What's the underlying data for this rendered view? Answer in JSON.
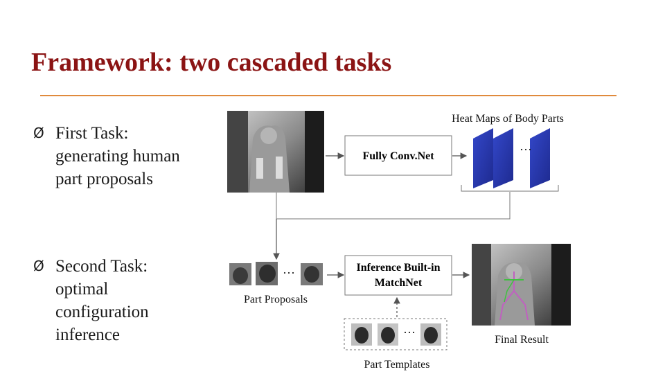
{
  "slide": {
    "title": "Framework: two cascaded tasks"
  },
  "bullets": [
    {
      "marker": "Ø",
      "lines": [
        "First Task:",
        "generating human",
        "part proposals"
      ]
    },
    {
      "marker": "Ø",
      "lines": [
        "Second Task:",
        "optimal",
        "configuration",
        "inference"
      ]
    }
  ],
  "figure": {
    "heat_maps_label": "Heat Maps of Body Parts",
    "fully_convnet_label": "Fully Conv.Net",
    "inference_label_line1": "Inference Built-in",
    "inference_label_line2": "MatchNet",
    "part_proposals_label": "Part Proposals",
    "part_templates_label": "Part Templates",
    "final_result_label": "Final Result",
    "ellipsis": "···",
    "colors": {
      "title": "#8b1414",
      "rule": "#e08a3c",
      "heatmap": "#2a3db8",
      "arrow": "#555555"
    }
  }
}
